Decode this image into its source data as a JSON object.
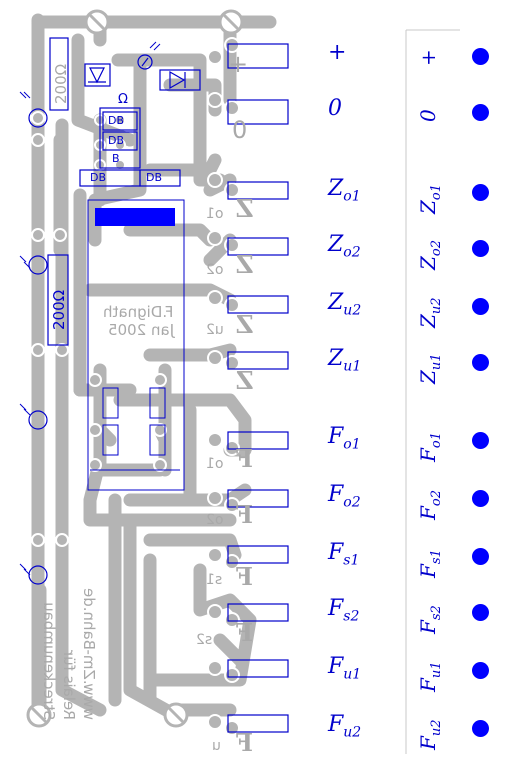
{
  "right_labels": [
    {
      "main": "+",
      "sub": ""
    },
    {
      "main": "0",
      "sub": ""
    },
    {
      "main": "Z",
      "sub": "o1"
    },
    {
      "main": "Z",
      "sub": "o2"
    },
    {
      "main": "Z",
      "sub": "u2"
    },
    {
      "main": "Z",
      "sub": "u1"
    },
    {
      "main": "F",
      "sub": "o1"
    },
    {
      "main": "F",
      "sub": "o2"
    },
    {
      "main": "F",
      "sub": "s1"
    },
    {
      "main": "F",
      "sub": "s2"
    },
    {
      "main": "F",
      "sub": "u1"
    },
    {
      "main": "F",
      "sub": "u2"
    }
  ],
  "strip_labels": [
    {
      "main": "+",
      "sub": ""
    },
    {
      "main": "0",
      "sub": ""
    },
    {
      "main": "Z",
      "sub": "o1"
    },
    {
      "main": "Z",
      "sub": "o2"
    },
    {
      "main": "Z",
      "sub": "u2"
    },
    {
      "main": "Z",
      "sub": "u1"
    },
    {
      "main": "F",
      "sub": "o1"
    },
    {
      "main": "F",
      "sub": "o2"
    },
    {
      "main": "F",
      "sub": "s1"
    },
    {
      "main": "F",
      "sub": "s2"
    },
    {
      "main": "F",
      "sub": "u1"
    },
    {
      "main": "F",
      "sub": "u2"
    }
  ],
  "silk": {
    "author": "F.Dignath",
    "date": "Jan 2005",
    "resistor_top": "200Ω",
    "resistor_left": "200Ω",
    "credit_line1": "Streckenumbau",
    "credit_line2": "Relais für",
    "credit_line3": "www.Zm-Bahn.de",
    "chip_top": "DB",
    "chip_mid": "DB",
    "chip_bot": "B",
    "diode_left": "DB",
    "diode_right": "DB",
    "ohm_small": "Ω",
    "pad_plus": "+",
    "pad_zero": "0",
    "pad_z": "Z",
    "pad_f": "F",
    "pad_o1": "o1",
    "pad_o2": "o2",
    "pad_u2": "u2",
    "pad_s1": "s1",
    "pad_s2": "s2",
    "pad_u": "u"
  },
  "colors": {
    "trace": "#b4b4b4",
    "label": "#0000cc",
    "dot": "#0000ff",
    "outline": "#0000cc"
  }
}
